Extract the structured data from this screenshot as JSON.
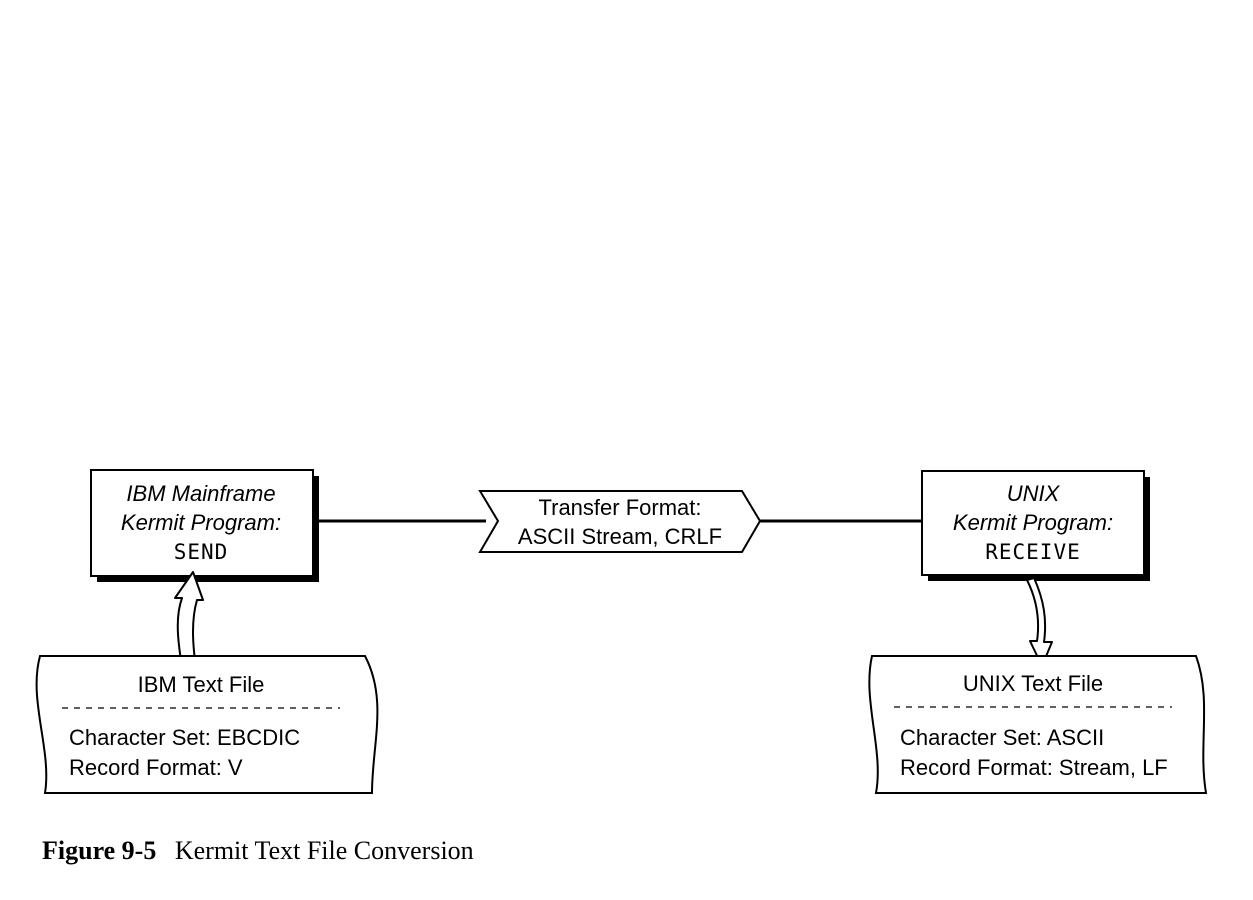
{
  "sender": {
    "line1": "IBM Mainframe",
    "line2": "Kermit Program:",
    "command": "SEND"
  },
  "transfer": {
    "line1": "Transfer Format:",
    "line2": "ASCII Stream, CRLF"
  },
  "receiver": {
    "line1": "UNIX",
    "line2": "Kermit Program:",
    "command": "RECEIVE"
  },
  "ibm_file": {
    "title": "IBM Text File",
    "charset": "Character Set: EBCDIC",
    "record_format": "Record Format: V"
  },
  "unix_file": {
    "title": "UNIX Text File",
    "charset": "Character Set: ASCII",
    "record_format": "Record Format: Stream, LF"
  },
  "caption": {
    "label": "Figure 9-5",
    "text": "Kermit Text File Conversion"
  }
}
